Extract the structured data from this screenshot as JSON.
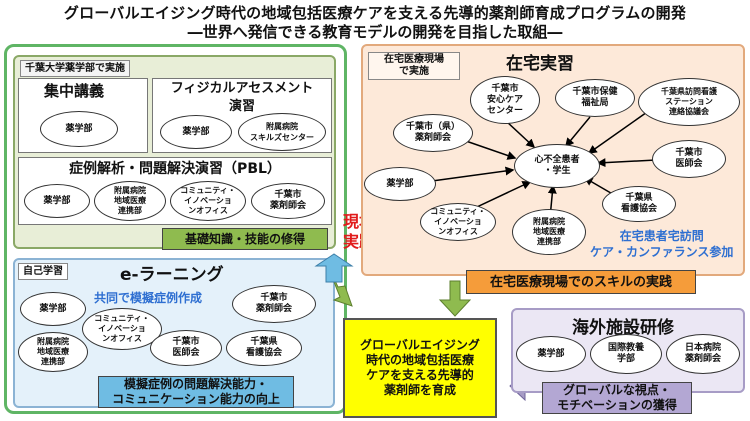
{
  "title_line1": "グローバルエイジング時代の地域包括医療ケアを支える先導的薬剤師育成プログラムの開発",
  "title_line2": "―世界へ発信できる教育モデルの開発を目指した取組―",
  "chiba": {
    "tag": "千葉大学薬学部で実施",
    "shuchu": {
      "title": "集中講義",
      "items": [
        "薬学部"
      ]
    },
    "physical": {
      "title": "フィジカルアセスメント\n演習",
      "items": [
        "薬学部",
        "附属病院\nスキルズセンター"
      ]
    },
    "pbl": {
      "title": "症例解析・問題解決演習（PBL）",
      "items": [
        "薬学部",
        "附属病院\n地域医療\n連携部",
        "コミュニティ・\nイノベーショ\nンオフィス",
        "千葉市\n薬剤師会"
      ]
    },
    "band": "基礎知識・技能の修得"
  },
  "genba_label": "現場で\n実践",
  "self_study": {
    "tag": "自己学習",
    "title": "e-ラーニング",
    "note": "共同で模擬症例作成",
    "items": [
      "薬学部",
      "コミュニティ・\nイノベーショ\nンオフィス",
      "千葉市\n薬剤師会",
      "附属病院\n地域医療\n連携部",
      "千葉市\n医師会",
      "千葉県\n看護協会"
    ],
    "band": "模擬症例の問題解決能力・\nコミュニケーション能力の向上"
  },
  "zaitaku": {
    "tag": "在宅医療現場\nで実施",
    "title": "在宅実習",
    "center": "心不全患者\n・学生",
    "items": [
      "千葉市\n安心ケア\nセンター",
      "千葉市保健\n福祉局",
      "千葉県訪問看護\nステーション\n連絡協議会",
      "千葉市（県）\n薬剤師会",
      "千葉市\n医師会",
      "薬学部",
      "千葉県\n看護協会",
      "コミュニティ・\nイノベーショ\nンオフィス",
      "附属病院\n地域医療\n連携部"
    ],
    "note": "在宅患者宅訪問\nケア・カンファランス参加",
    "band": "在宅医療現場でのスキルの実践"
  },
  "overseas": {
    "title": "海外施設研修",
    "items": [
      "薬学部",
      "国際教養\n学部",
      "日本病院\n薬剤師会"
    ],
    "band": "グローバルな視点・\nモチベーションの獲得"
  },
  "goal": "グローバルエイジング\n時代の地域包括医療\nケアを支える先導的\n薬剤師を育成"
}
